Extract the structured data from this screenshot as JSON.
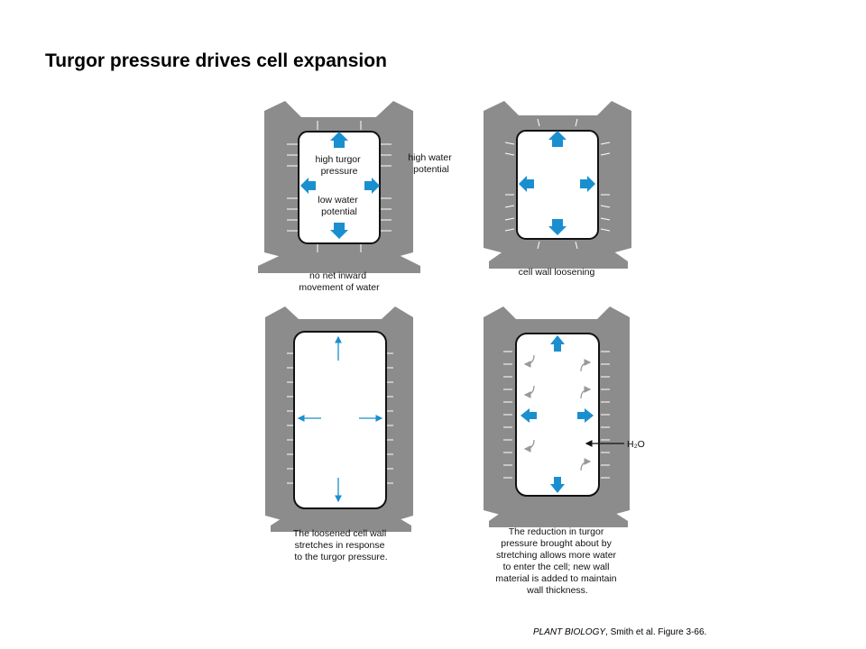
{
  "title": "Turgor pressure drives cell expansion",
  "citation": {
    "book": "PLANT BIOLOGY",
    "rest": ", Smith et al. Figure 3-66."
  },
  "colors": {
    "wall": "#8c8c8c",
    "arrow": "#1a8fd0",
    "curl": "#999999",
    "ink": "#111111"
  },
  "panels": {
    "top_left": {
      "inner_label_1": [
        "high turgor",
        "pressure"
      ],
      "inner_label_2": [
        "low water",
        "potential"
      ],
      "outer_label": [
        "high water",
        "potential"
      ],
      "caption": [
        "no net inward",
        "movement of water"
      ]
    },
    "top_right": {
      "caption": [
        "cell wall loosening"
      ]
    },
    "bottom_left": {
      "caption": [
        "The loosened cell wall",
        "stretches in response",
        "to the turgor pressure."
      ]
    },
    "bottom_right": {
      "water_label": "H₂O",
      "caption": [
        "The reduction in turgor",
        "pressure brought about by",
        "stretching allows more water",
        "to enter the cell; new wall",
        "material is added to maintain",
        "wall thickness."
      ]
    }
  }
}
